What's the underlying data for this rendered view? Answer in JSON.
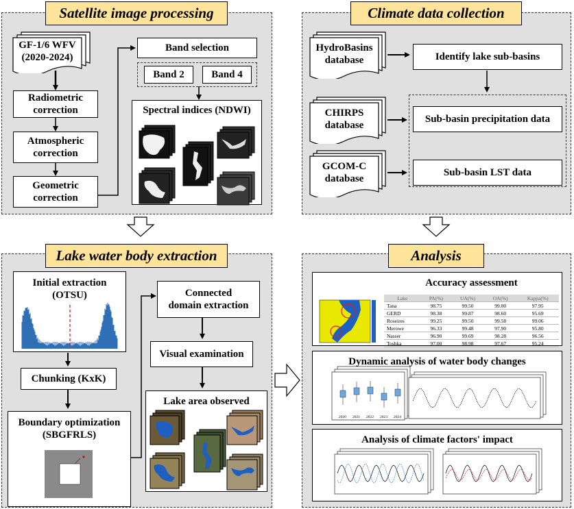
{
  "sections": {
    "satellite": "Satellite image processing",
    "climate": "Climate data collection",
    "lake": "Lake water body extraction",
    "analysis": "Analysis"
  },
  "satellite": {
    "source_line1": "GF-1/6 WFV",
    "source_line2": "(2020-2024)",
    "radiometric_1": "Radiometric",
    "radiometric_2": "correction",
    "atmospheric_1": "Atmospheric",
    "atmospheric_2": "correction",
    "geometric_1": "Geometric",
    "geometric_2": "correction",
    "band_selection": "Band selection",
    "band2": "Band 2",
    "band4": "Band 4",
    "spectral": "Spectral indices (NDWI)"
  },
  "climate": {
    "hydro_1": "HydroBasins",
    "hydro_2": "database",
    "chirps_1": "CHIRPS",
    "chirps_2": "database",
    "gcom_1": "GCOM-C",
    "gcom_2": "database",
    "identify": "Identify lake sub-basins",
    "precip": "Sub-basin precipitation data",
    "lst": "Sub-basin LST data"
  },
  "lake": {
    "initial_1": "Initial extraction",
    "initial_2": "(OTSU)",
    "chunking": "Chunking (KxK)",
    "boundary_1": "Boundary optimization",
    "boundary_2": "(SBGFRLS)",
    "connected_1": "Connected",
    "connected_2": "domain extraction",
    "visual": "Visual examination",
    "observed": "Lake area observed"
  },
  "analysis": {
    "accuracy": "Accuracy assessment",
    "dynamic": "Dynamic analysis of water body changes",
    "climate_impact": "Analysis of climate factors' impact",
    "table_headers": [
      "Lake",
      "PA(%)",
      "UA(%)",
      "OA(%)",
      "Kappa(%)"
    ],
    "table_rows": [
      [
        "Tana",
        "98.75",
        "99.50",
        "99.00",
        "97.95"
      ],
      [
        "GERD",
        "98.38",
        "99.87",
        "98.60",
        "95.69"
      ],
      [
        "Roseires",
        "99.25",
        "99.50",
        "99.58",
        "99.06"
      ],
      [
        "Merowe",
        "96.33",
        "99.48",
        "97.90",
        "95.80"
      ],
      [
        "Nasser",
        "96.90",
        "99.69",
        "98.28",
        "96.56"
      ],
      [
        "Toshka",
        "97.00",
        "98.98",
        "97.67",
        "95.24"
      ]
    ],
    "box_years": [
      "2020",
      "2021",
      "2022",
      "2023",
      "2024"
    ]
  },
  "colors": {
    "panel": "#e0e0e0",
    "banner": "#fde49a",
    "water": "#1f5fbf",
    "land": "#e8e800"
  }
}
